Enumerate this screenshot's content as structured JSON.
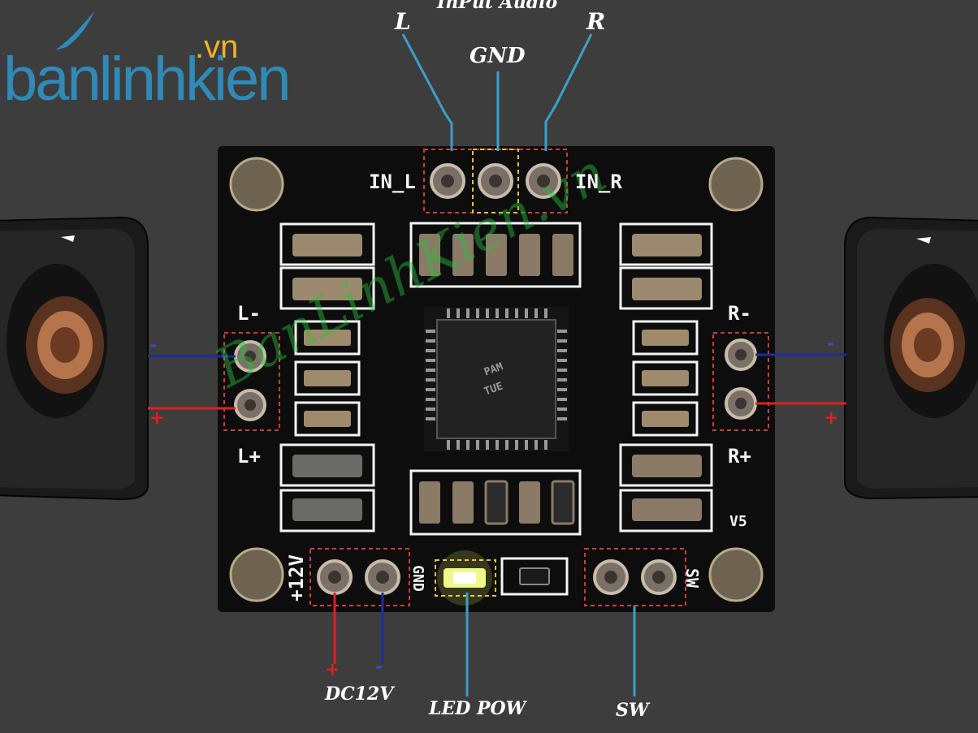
{
  "logo": {
    "name": "banlinhkien",
    "suffix": ".vn"
  },
  "callouts": {
    "input_audio": "InPut Audio",
    "left": "L",
    "gnd": "GND",
    "right": "R",
    "dc12v": "DC12V",
    "led_pow": "LED POW",
    "sw": "SW"
  },
  "polarity": {
    "plus": "+",
    "minus": "-"
  },
  "board": {
    "in_l": "IN_L",
    "in_r": "IN_R",
    "l_minus": "L-",
    "l_plus": "L+",
    "r_minus": "R-",
    "r_plus": "R+",
    "v5": "V5",
    "plus12v": "+12V",
    "gnd": "GND",
    "sw": "SW",
    "chip_line1": "PAM",
    "chip_line2": "TUE"
  },
  "watermark": "BanLinhKien.vn",
  "colors": {
    "background": "#3d3d3d",
    "pcb": "#0d0d0d",
    "silkscreen": "#f4f4f4",
    "callout_line": "#3aa0c8",
    "wire_positive": "#e02020",
    "wire_negative": "#1a2ea0",
    "pin_box": "#d23a3a",
    "gnd_box": "#f0c030",
    "led": "#f5ff6a",
    "logo_blue": "#2f8ab8",
    "logo_orange": "#f0b323"
  }
}
